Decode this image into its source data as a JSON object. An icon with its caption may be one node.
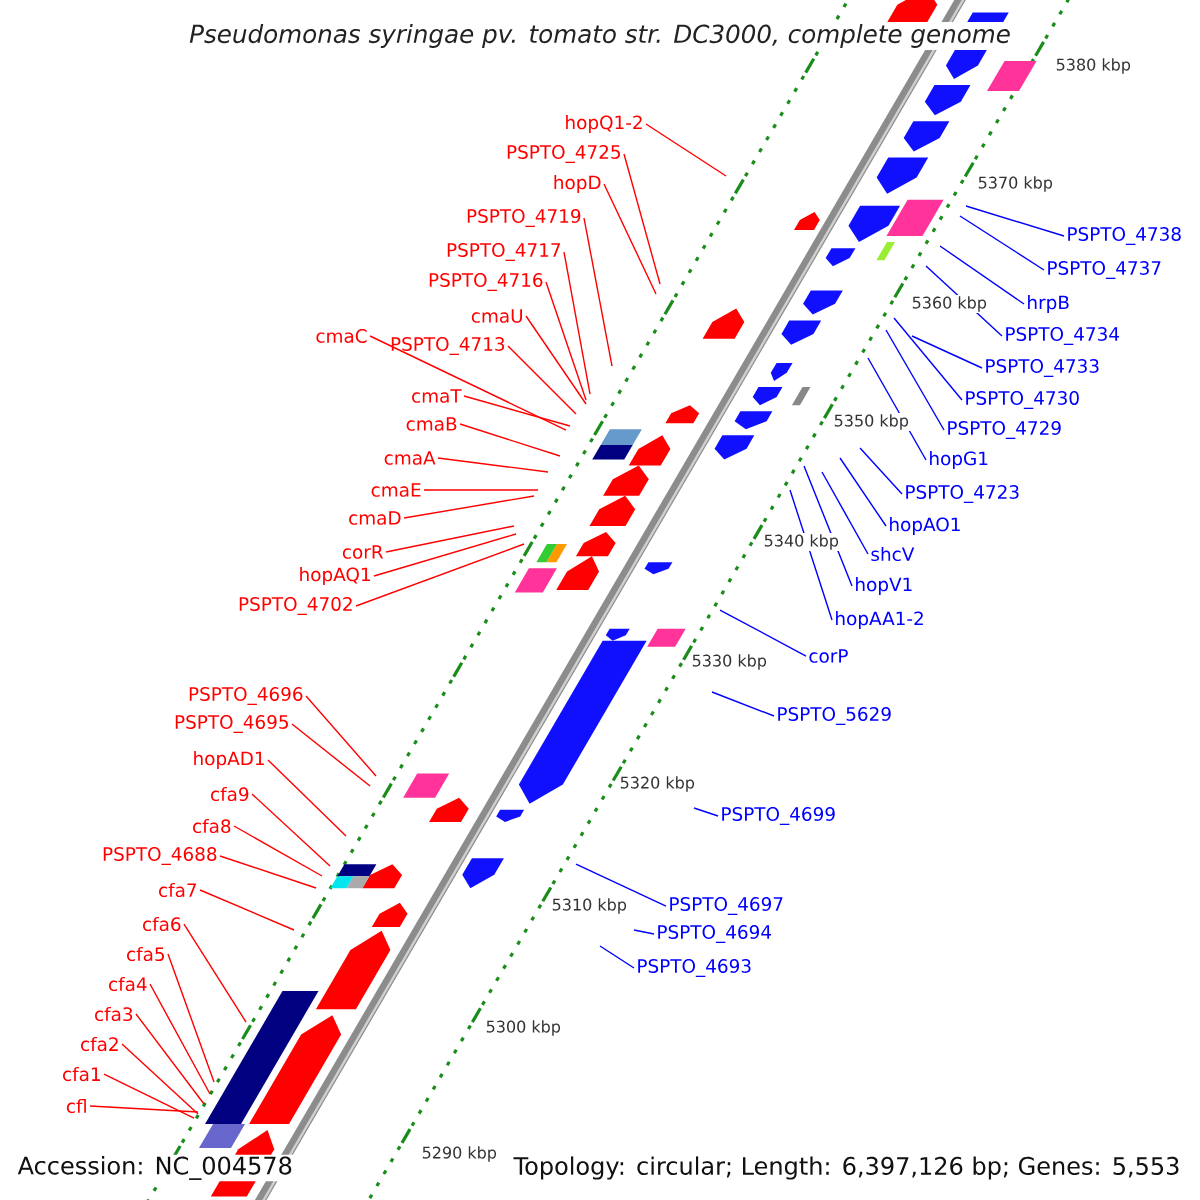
{
  "diagram": {
    "title": "Pseudomonas syringae pv. tomato str. DC3000, complete genome",
    "nodes": [
      {
        "text": [
          "hopQ1-2"
        ]
      },
      {
        "text": [
          "PSPTO_4725"
        ]
      },
      {
        "text": [
          "hopD"
        ]
      },
      {
        "text": [
          "PSPTO_4719"
        ]
      },
      {
        "text": [
          "PSPTO_4717"
        ]
      },
      {
        "text": [
          "PSPTO_4716"
        ]
      },
      {
        "text": [
          "cmaU"
        ]
      },
      {
        "text": [
          "PSPTO_4713"
        ]
      },
      {
        "text": [
          "cmaC"
        ]
      },
      {
        "text": [
          "cmaT"
        ]
      },
      {
        "text": [
          "cmaB"
        ]
      },
      {
        "text": [
          "cmaA"
        ]
      },
      {
        "text": [
          "cmaE"
        ]
      },
      {
        "text": [
          "cmaD"
        ]
      },
      {
        "text": [
          "corR"
        ]
      },
      {
        "text": [
          "hopAQ1"
        ]
      },
      {
        "text": [
          "PSPTO_4702"
        ]
      },
      {
        "text": [
          "PSPTO_4696"
        ]
      },
      {
        "text": [
          "PSPTO_4695"
        ]
      },
      {
        "text": [
          "hopAD1"
        ]
      },
      {
        "text": [
          "cfa9"
        ]
      },
      {
        "text": [
          "cfa8"
        ]
      },
      {
        "text": [
          "PSPTO_4688"
        ]
      },
      {
        "text": [
          "cfa7"
        ]
      },
      {
        "text": [
          "cfa6"
        ]
      },
      {
        "text": [
          "cfa5"
        ]
      },
      {
        "text": [
          "cfa4"
        ]
      },
      {
        "text": [
          "cfa3"
        ]
      },
      {
        "text": [
          "cfa2"
        ]
      },
      {
        "text": [
          "cfa1"
        ]
      },
      {
        "text": [
          "cfl"
        ]
      },
      {
        "text": [
          "PSPTO_4738"
        ]
      },
      {
        "text": [
          "PSPTO_4737"
        ]
      },
      {
        "text": [
          "hrpB"
        ]
      },
      {
        "text": [
          "PSPTO_4734"
        ]
      },
      {
        "text": [
          "PSPTO_4733"
        ]
      },
      {
        "text": [
          "PSPTO_4730"
        ]
      },
      {
        "text": [
          "PSPTO_4729"
        ]
      },
      {
        "text": [
          "hopG1"
        ]
      },
      {
        "text": [
          "PSPTO_4723"
        ]
      },
      {
        "text": [
          "hopAO1"
        ]
      },
      {
        "text": [
          "shcV"
        ]
      },
      {
        "text": [
          "hopV1"
        ]
      },
      {
        "text": [
          "hopAA1-2"
        ]
      },
      {
        "text": [
          "corP"
        ]
      },
      {
        "text": [
          "PSPTO_5629"
        ]
      },
      {
        "text": [
          "PSPTO_4699"
        ]
      },
      {
        "text": [
          "PSPTO_4697"
        ]
      },
      {
        "text": [
          "PSPTO_4694"
        ]
      },
      {
        "text": [
          "PSPTO_4693"
        ]
      }
    ],
    "edges": [
      {
        "from": 0,
        "to": null,
        "arrow": "none"
      },
      {
        "from": 1,
        "to": null,
        "arrow": "none"
      },
      {
        "from": 2,
        "to": null,
        "arrow": "none"
      },
      {
        "from": 3,
        "to": null,
        "arrow": "none"
      },
      {
        "from": 4,
        "to": null,
        "arrow": "none"
      },
      {
        "from": 5,
        "to": null,
        "arrow": "none"
      },
      {
        "from": 6,
        "to": null,
        "arrow": "none"
      },
      {
        "from": 7,
        "to": null,
        "arrow": "none"
      },
      {
        "from": 8,
        "to": null,
        "arrow": "none"
      },
      {
        "from": 9,
        "to": null,
        "arrow": "none"
      },
      {
        "from": 10,
        "to": null,
        "arrow": "none"
      },
      {
        "from": 11,
        "to": null,
        "arrow": "none"
      },
      {
        "from": 12,
        "to": null,
        "arrow": "none"
      },
      {
        "from": 13,
        "to": null,
        "arrow": "none"
      },
      {
        "from": 14,
        "to": null,
        "arrow": "none"
      },
      {
        "from": 15,
        "to": null,
        "arrow": "none"
      },
      {
        "from": 16,
        "to": null,
        "arrow": "none"
      },
      {
        "from": 17,
        "to": null,
        "arrow": "none"
      },
      {
        "from": 18,
        "to": null,
        "arrow": "none"
      },
      {
        "from": 19,
        "to": null,
        "arrow": "none"
      },
      {
        "from": 20,
        "to": null,
        "arrow": "none"
      },
      {
        "from": 21,
        "to": null,
        "arrow": "none"
      },
      {
        "from": 22,
        "to": null,
        "arrow": "none"
      },
      {
        "from": 23,
        "to": null,
        "arrow": "none"
      },
      {
        "from": 24,
        "to": null,
        "arrow": "none"
      },
      {
        "from": 25,
        "to": null,
        "arrow": "none"
      },
      {
        "from": 26,
        "to": null,
        "arrow": "none"
      },
      {
        "from": 27,
        "to": null,
        "arrow": "none"
      },
      {
        "from": 28,
        "to": null,
        "arrow": "none"
      },
      {
        "from": 29,
        "to": null,
        "arrow": "none"
      },
      {
        "from": 30,
        "to": null,
        "arrow": "none"
      },
      {
        "from": 31,
        "to": null,
        "arrow": "none",
        "color": "#0000ff"
      },
      {
        "from": 32,
        "to": null,
        "arrow": "none",
        "color": "#0000ff"
      },
      {
        "from": 33,
        "to": null,
        "arrow": "none",
        "color": "#0000ff"
      },
      {
        "from": 34,
        "to": null,
        "arrow": "none",
        "color": "#0000ff"
      },
      {
        "from": 35,
        "to": null,
        "arrow": "none",
        "color": "#0000ff"
      },
      {
        "from": 36,
        "to": null,
        "arrow": "none",
        "color": "#0000ff"
      },
      {
        "from": 37,
        "to": null,
        "arrow": "none",
        "color": "#0000ff"
      },
      {
        "from": 38,
        "to": null,
        "arrow": "none",
        "color": "#0000ff"
      },
      {
        "from": 39,
        "to": null,
        "arrow": "none",
        "color": "#0000ff"
      },
      {
        "from": 40,
        "to": null,
        "arrow": "none",
        "color": "#0000ff"
      },
      {
        "from": 41,
        "to": null,
        "arrow": "none",
        "color": "#0000ff"
      },
      {
        "from": 42,
        "to": null,
        "arrow": "none",
        "color": "#0000ff"
      },
      {
        "from": 43,
        "to": null,
        "arrow": "none",
        "color": "#0000ff"
      },
      {
        "from": 44,
        "to": null,
        "arrow": "none",
        "color": "#0000ff"
      },
      {
        "from": 45,
        "to": null,
        "arrow": "none",
        "color": "#0000ff"
      },
      {
        "from": 46,
        "to": null,
        "arrow": "none",
        "color": "#0000ff"
      },
      {
        "from": 47,
        "to": null,
        "arrow": "none",
        "color": "#0000ff"
      },
      {
        "from": 48,
        "to": null,
        "arrow": "none",
        "color": "#0000ff"
      },
      {
        "from": 49,
        "to": null,
        "arrow": "none",
        "color": "#0000ff"
      }
    ],
    "labels": [
      "5380 kbp",
      "5370 kbp",
      "5360 kbp",
      "5350 kbp",
      "5340 kbp",
      "5330 kbp",
      "5320 kbp",
      "5310 kbp",
      "5300 kbp",
      "5290 kbp",
      "Accession: NC_004578",
      "Topology: circular; Length: 6,397,126 bp; Genes: 5,553"
    ]
  }
}
